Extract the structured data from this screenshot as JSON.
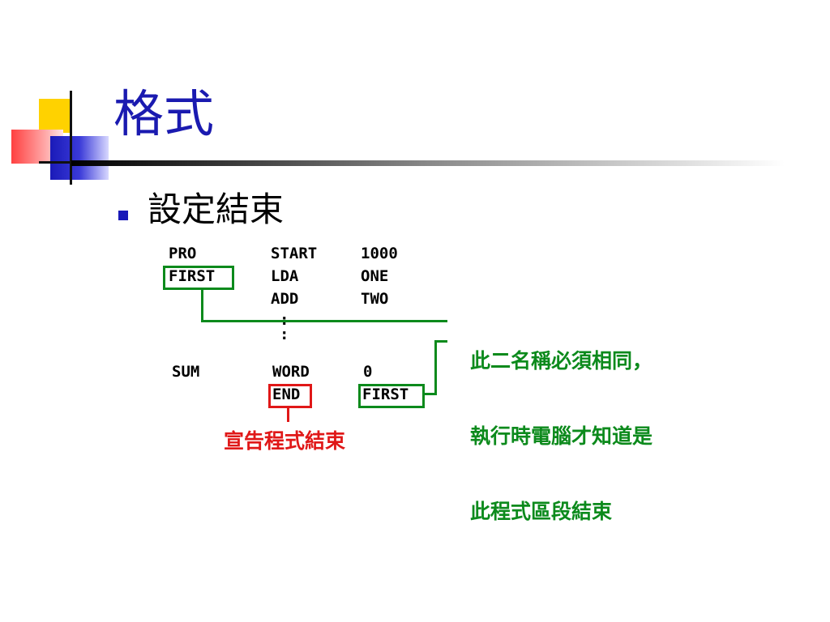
{
  "slide": {
    "title": "格式",
    "bullet": "設定結束"
  },
  "code": {
    "rows": [
      [
        "PRO",
        "START",
        "1000"
      ],
      [
        "FIRST",
        "LDA",
        "ONE"
      ],
      [
        "",
        "ADD",
        "TWO"
      ],
      [
        "SUM",
        "WORD",
        "0"
      ],
      [
        "",
        "END",
        "FIRST"
      ]
    ],
    "ellipsis": ":\n:"
  },
  "notes": {
    "green_lines": [
      "此二名稱必須相同，",
      "執行時電腦才知道是",
      "此程式區段結束"
    ],
    "red": "宣告程式結束"
  },
  "colors": {
    "title": "#1a1ab0",
    "green": "#0c8a1c",
    "red": "#e01818",
    "bullet": "#1a1ab8"
  }
}
